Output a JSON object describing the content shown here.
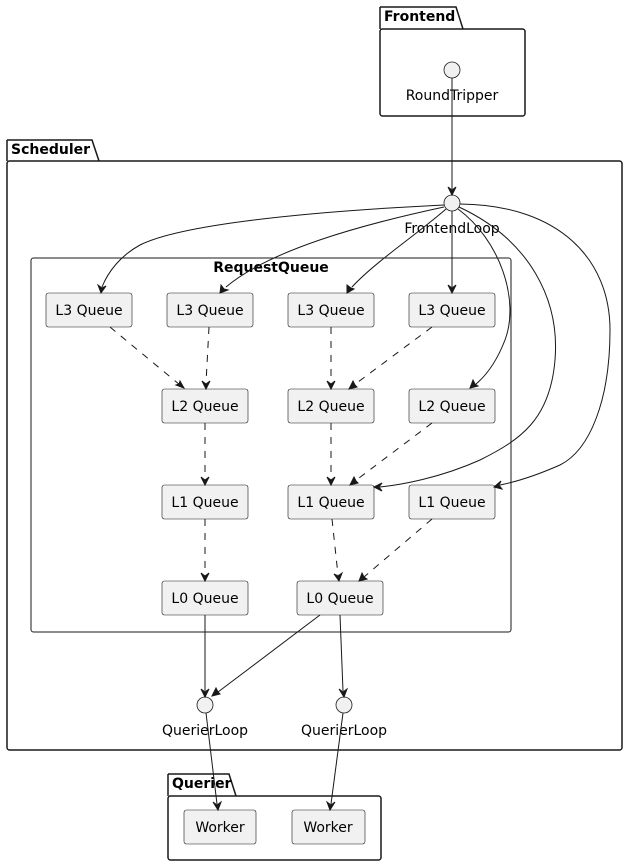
{
  "packages": {
    "frontend": "Frontend",
    "scheduler": "Scheduler",
    "request_queue": "RequestQueue",
    "querier": "Querier"
  },
  "interfaces": {
    "round_tripper": "RoundTripper",
    "frontend_loop": "FrontendLoop",
    "querier_loop_1": "QuerierLoop",
    "querier_loop_2": "QuerierLoop"
  },
  "queues": {
    "l3": [
      "L3 Queue",
      "L3 Queue",
      "L3 Queue",
      "L3 Queue"
    ],
    "l2": [
      "L2 Queue",
      "L2 Queue",
      "L2 Queue"
    ],
    "l1": [
      "L1 Queue",
      "L1 Queue",
      "L1 Queue"
    ],
    "l0": [
      "L0 Queue",
      "L0 Queue"
    ]
  },
  "workers": [
    "Worker",
    "Worker"
  ]
}
